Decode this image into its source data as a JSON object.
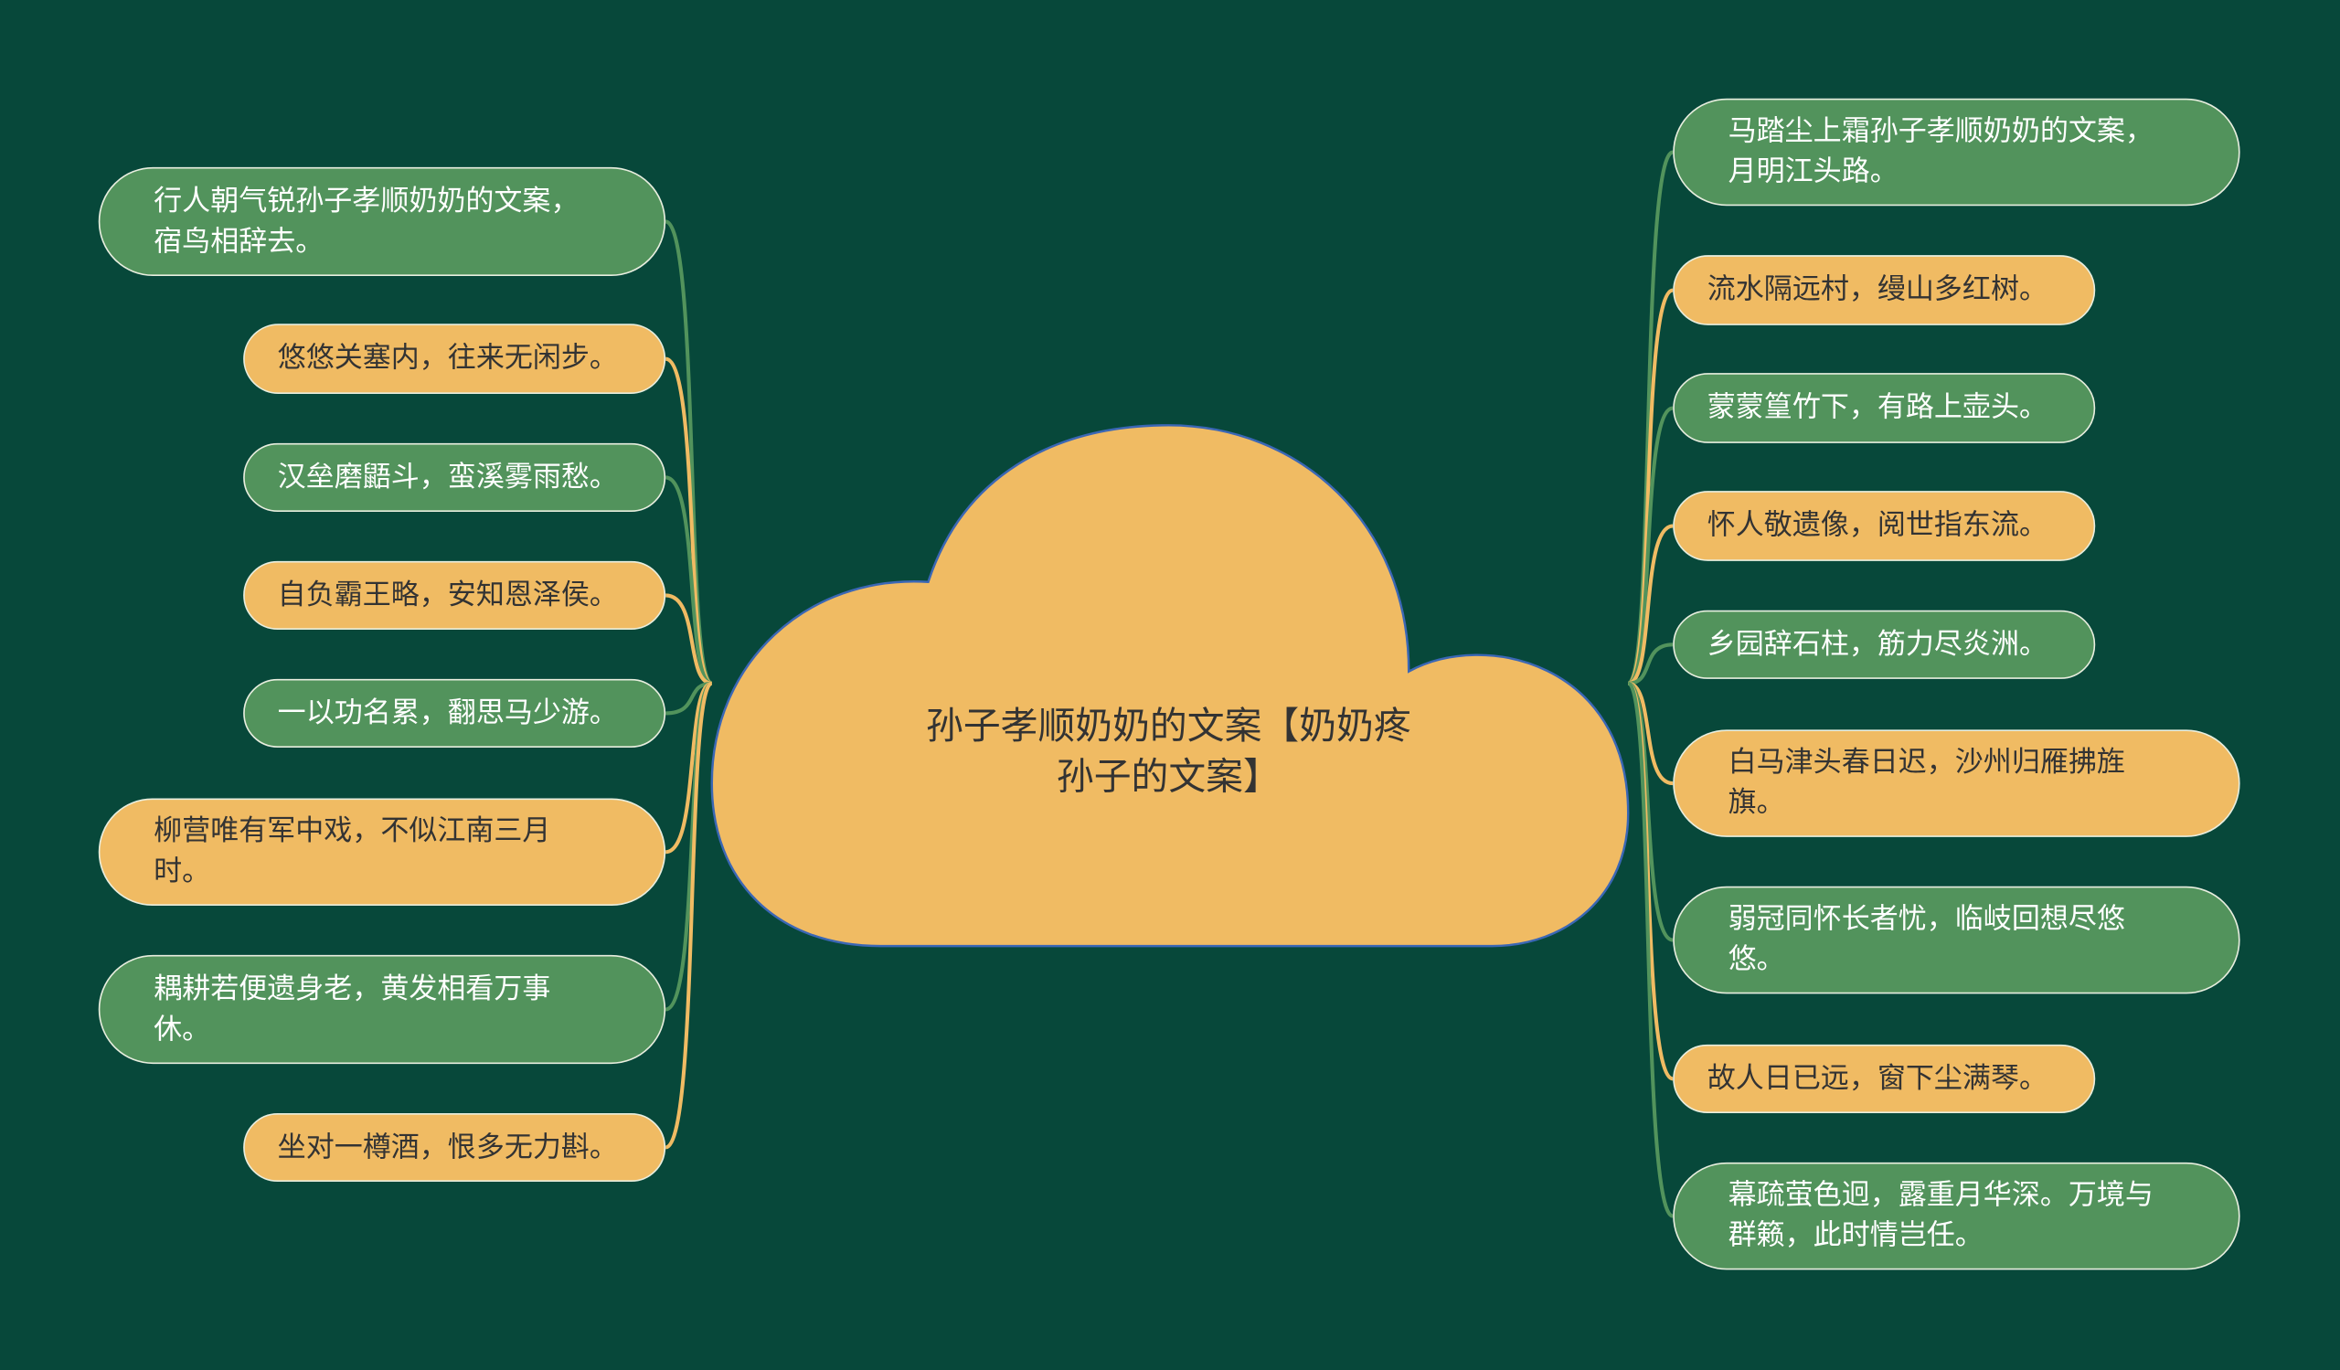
{
  "center": {
    "title": "孙子孝顺奶奶的文案【奶奶疼孙子的文案】"
  },
  "colors": {
    "background": "#07483a",
    "green": "#52935c",
    "orange": "#f0bb63",
    "cloud": "#f0bb63",
    "cloud_border": "#3b67b5"
  },
  "left_nodes": [
    {
      "text": "行人朝气锐孙子孝顺奶奶的文案，宿鸟相辞去。",
      "color": "green"
    },
    {
      "text": "悠悠关塞内，往来无闲步。",
      "color": "orange"
    },
    {
      "text": "汉垒磨鼯斗，蛮溪雾雨愁。",
      "color": "green"
    },
    {
      "text": "自负霸王略，安知恩泽侯。",
      "color": "orange"
    },
    {
      "text": "一以功名累，翻思马少游。",
      "color": "green"
    },
    {
      "text": "柳营唯有军中戏，不似江南三月时。",
      "color": "orange"
    },
    {
      "text": "耦耕若便遗身老，黄发相看万事休。",
      "color": "green"
    },
    {
      "text": "坐对一樽酒，恨多无力斟。",
      "color": "orange"
    }
  ],
  "right_nodes": [
    {
      "text": "马踏尘上霜孙子孝顺奶奶的文案，月明江头路。",
      "color": "green"
    },
    {
      "text": "流水隔远村，缦山多红树。",
      "color": "orange"
    },
    {
      "text": "蒙蒙篁竹下，有路上壶头。",
      "color": "green"
    },
    {
      "text": "怀人敬遗像，阅世指东流。",
      "color": "orange"
    },
    {
      "text": "乡园辞石柱，筋力尽炎洲。",
      "color": "green"
    },
    {
      "text": "白马津头春日迟，沙州归雁拂旌旗。",
      "color": "orange"
    },
    {
      "text": "弱冠同怀长者忧，临岐回想尽悠悠。",
      "color": "green"
    },
    {
      "text": "故人日已远，窗下尘满琴。",
      "color": "orange"
    },
    {
      "text": "幕疏萤色迥，露重月华深。万境与群籁，此时情岂任。",
      "color": "green"
    }
  ]
}
